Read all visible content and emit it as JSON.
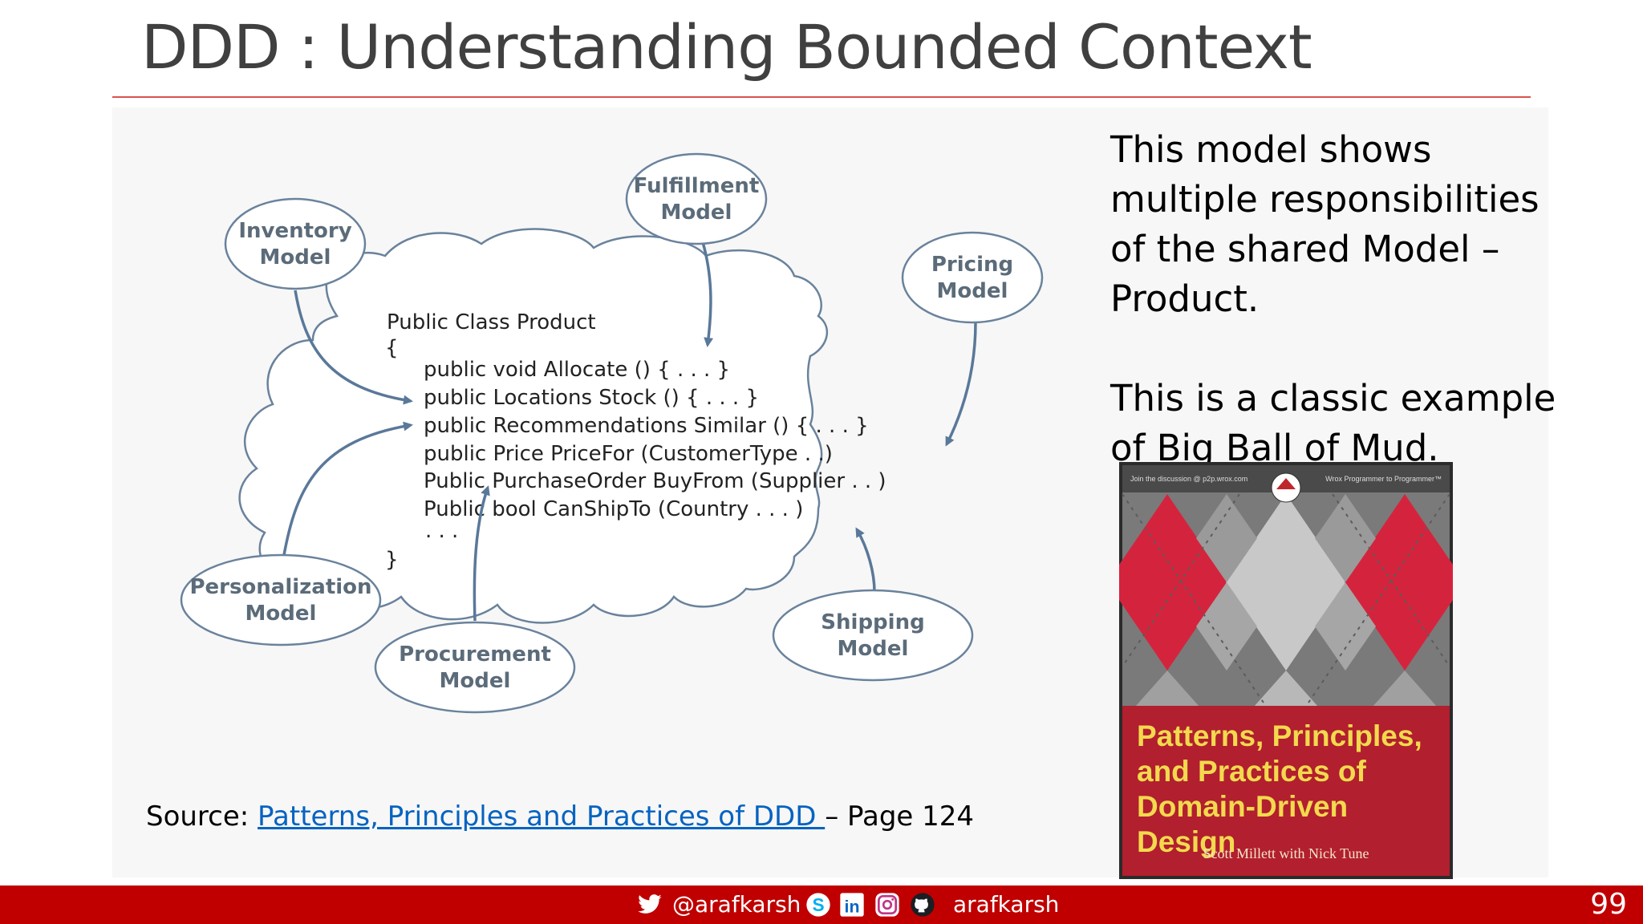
{
  "slide": {
    "title": "DDD : Understanding Bounded Context",
    "page_number": "99"
  },
  "diagram": {
    "code": {
      "header": "Public Class Product",
      "open_brace": "{",
      "lines": [
        "public void Allocate () { . . . }",
        "public Locations Stock () { . . . }",
        "public Recommendations Similar () { . . . }",
        "public Price PriceFor (CustomerType . .)",
        "Public PurchaseOrder BuyFrom (Supplier . . )",
        "Public bool CanShipTo (Country . . . )",
        ". . ."
      ],
      "close_brace": "}"
    },
    "models": [
      {
        "id": "inventory",
        "line1": "Inventory",
        "line2": "Model"
      },
      {
        "id": "fulfillment",
        "line1": "Fulfillment",
        "line2": "Model"
      },
      {
        "id": "pricing",
        "line1": "Pricing",
        "line2": "Model"
      },
      {
        "id": "personalization",
        "line1": "Personalization",
        "line2": "Model"
      },
      {
        "id": "procurement",
        "line1": "Procurement",
        "line2": "Model"
      },
      {
        "id": "shipping",
        "line1": "Shipping",
        "line2": "Model"
      }
    ]
  },
  "description": {
    "paragraph1": "This model shows multiple responsibilities  of the shared Model – Product.",
    "paragraph2": "This is a classic example of Big Ball of Mud."
  },
  "source": {
    "prefix": "Source: ",
    "link_text": "Patterns, Principles and Practices of DDD ",
    "suffix": "– Page 124"
  },
  "book": {
    "title_line1": "Patterns, Principles,",
    "title_line2": "and Practices of",
    "title_line3": "Domain-Driven Design",
    "authors": "Scott Millett with Nick Tune",
    "publisher": "wrox",
    "top_left": "Join the discussion @ p2p.wrox.com",
    "top_right": "Wrox Programmer to Programmer™",
    "colors": {
      "red": "#d4243d",
      "gray": "#8a8a8a",
      "light": "#c8c8c8",
      "banner": "#b21f2e",
      "title": "#f2d94e"
    }
  },
  "footer": {
    "twitter_handle": "@arafkarsh",
    "social_handle": "arafkarsh",
    "icons": [
      "twitter-icon",
      "skype-icon",
      "linkedin-icon",
      "instagram-icon",
      "github-icon"
    ],
    "bar_color": "#c00000"
  }
}
